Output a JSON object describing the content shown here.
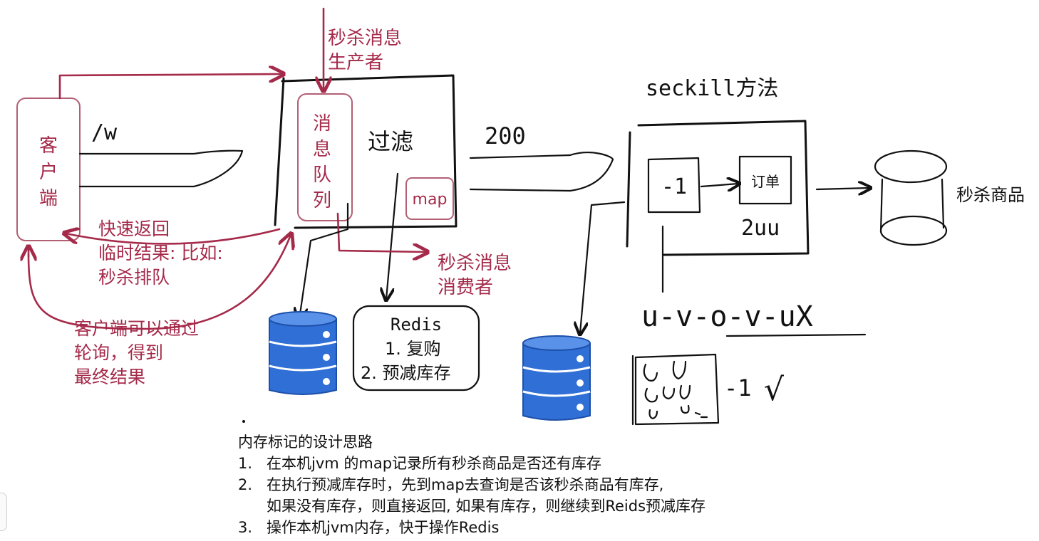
{
  "client": {
    "label": "客户端"
  },
  "queue": {
    "label": "消息队列"
  },
  "filter": {
    "label": "过滤",
    "map_tag": "map"
  },
  "producer": {
    "line1": "秒杀消息",
    "line2": "生产者"
  },
  "consumer": {
    "line1": "秒杀消息",
    "line2": "消费者"
  },
  "incoming": {
    "label": "/w"
  },
  "pass_through": {
    "label": "200"
  },
  "seckill": {
    "title": "seckill方法",
    "decrement": "-1",
    "order": "订单",
    "order_count": "2uu"
  },
  "goods": {
    "label": "秒杀商品"
  },
  "quick_return": {
    "line1": "快速返回",
    "line2": "临时结果: 比如:",
    "line3": "秒杀排队"
  },
  "polling": {
    "line1": "客户端可以通过",
    "line2": "轮询，得到",
    "line3": "最终结果"
  },
  "redis": {
    "title": "Redis",
    "item1": "1. 复购",
    "item2": "2. 预减库存"
  },
  "sequence": {
    "label": "u-v-o-v-uX"
  },
  "lower": {
    "marks": "-1",
    "check": "√"
  },
  "notes": {
    "title": "内存标记的设计思路",
    "items": [
      {
        "num": "1.",
        "text": "在本机jvm 的map记录所有秒杀商品是否还有库存"
      },
      {
        "num": "2.",
        "text": "在执行预减库存时，先到map去查询是否该秒杀商品有库存,"
      },
      {
        "num": "",
        "text": "如果没有库存，则直接返回, 如果有库存，则继续到Reids预减库存"
      },
      {
        "num": "3.",
        "text": "操作本机jvm内存，快于操作Redis"
      }
    ]
  },
  "colors": {
    "ink": "#111111",
    "accent": "#a52a4a",
    "db_blue": "#2f6fd6"
  }
}
